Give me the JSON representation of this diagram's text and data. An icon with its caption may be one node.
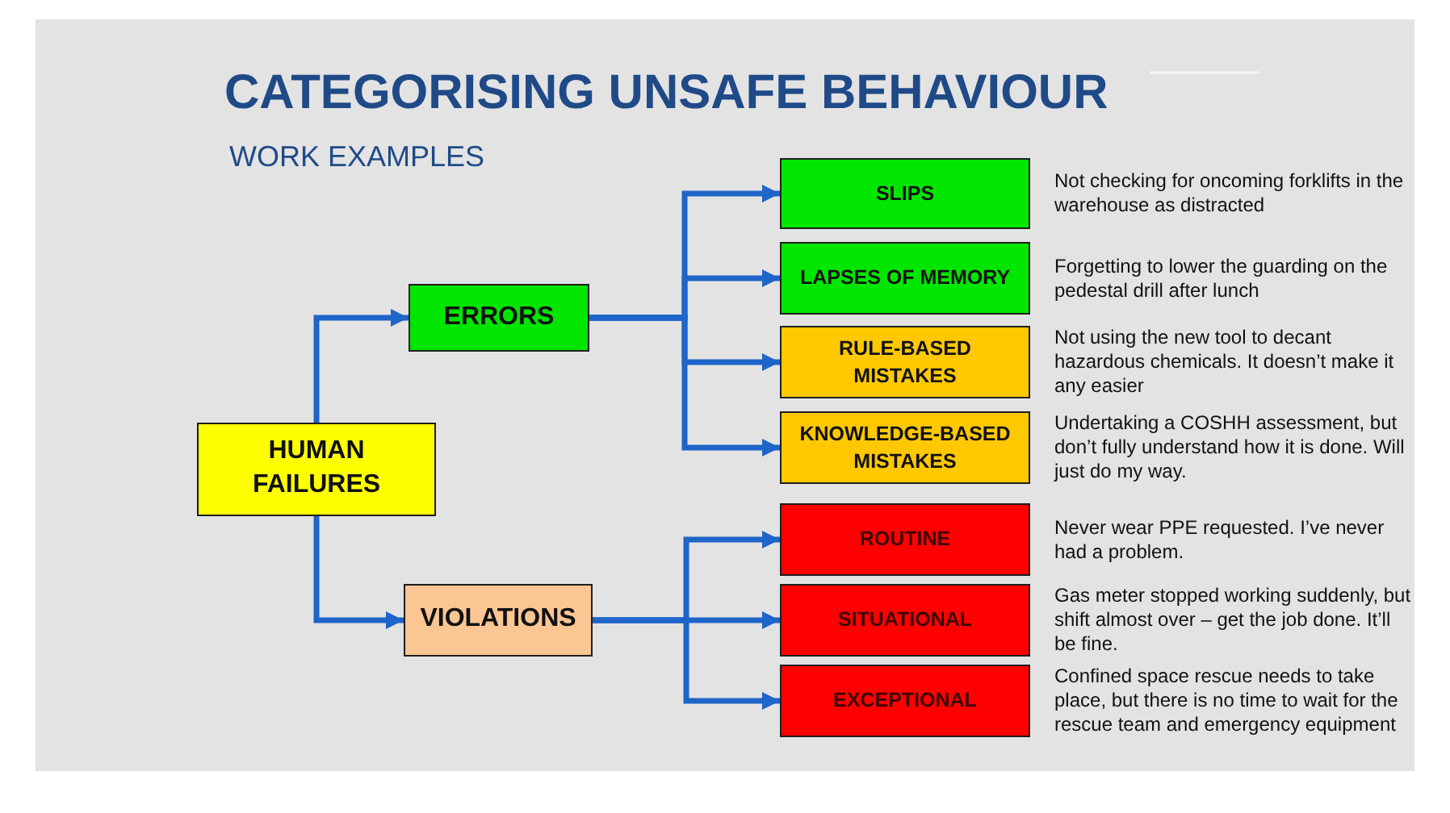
{
  "diagram": {
    "title": "CATEGORISING UNSAFE BEHAVIOUR",
    "nodes": [
      {
        "text": [
          "HUMAN FAILURES"
        ]
      },
      {
        "text": [
          "ERRORS"
        ]
      },
      {
        "text": [
          "VIOLATIONS"
        ]
      },
      {
        "text": [
          "SLIPS"
        ],
        "beside": [
          "Not checking for oncoming forklifts in the warehouse as distracted"
        ]
      },
      {
        "text": [
          "LAPSES OF MEMORY"
        ],
        "beside": [
          "Forgetting to lower the guarding on the pedestal drill after lunch"
        ]
      },
      {
        "text": [
          "RULE-BASED MISTAKES"
        ],
        "beside": [
          "Not using the new tool to decant hazardous chemicals. It doesn’t make it any easier"
        ]
      },
      {
        "text": [
          "KNOWLEDGE-BASED MISTAKES"
        ],
        "beside": [
          "Undertaking a COSHH assessment, but don’t fully understand how it is done. Will just do my way."
        ]
      },
      {
        "text": [
          "ROUTINE"
        ],
        "beside": [
          "Never wear PPE requested. I’ve never had a problem."
        ]
      },
      {
        "text": [
          "SITUATIONAL"
        ],
        "beside": [
          "Gas meter stopped working suddenly, but shift almost over – get the job done. It’ll be fine."
        ]
      },
      {
        "text": [
          "EXCEPTIONAL"
        ],
        "beside": [
          "Confined space rescue needs to take place, but there is no time to wait for the rescue team and emergency equipment"
        ]
      }
    ],
    "edges": [
      {
        "from": 0,
        "to": 1,
        "arrow": "to"
      },
      {
        "from": 0,
        "to": 2,
        "arrow": "to"
      },
      {
        "from": 1,
        "to": 3,
        "arrow": "to"
      },
      {
        "from": 1,
        "to": 4,
        "arrow": "to"
      },
      {
        "from": 1,
        "to": 5,
        "arrow": "to"
      },
      {
        "from": 1,
        "to": 6,
        "arrow": "to"
      },
      {
        "from": 2,
        "to": 7,
        "arrow": "to"
      },
      {
        "from": 2,
        "to": 8,
        "arrow": "to"
      },
      {
        "from": 2,
        "to": 9,
        "arrow": "to"
      }
    ],
    "labels": [
      "WORK EXAMPLES"
    ]
  }
}
